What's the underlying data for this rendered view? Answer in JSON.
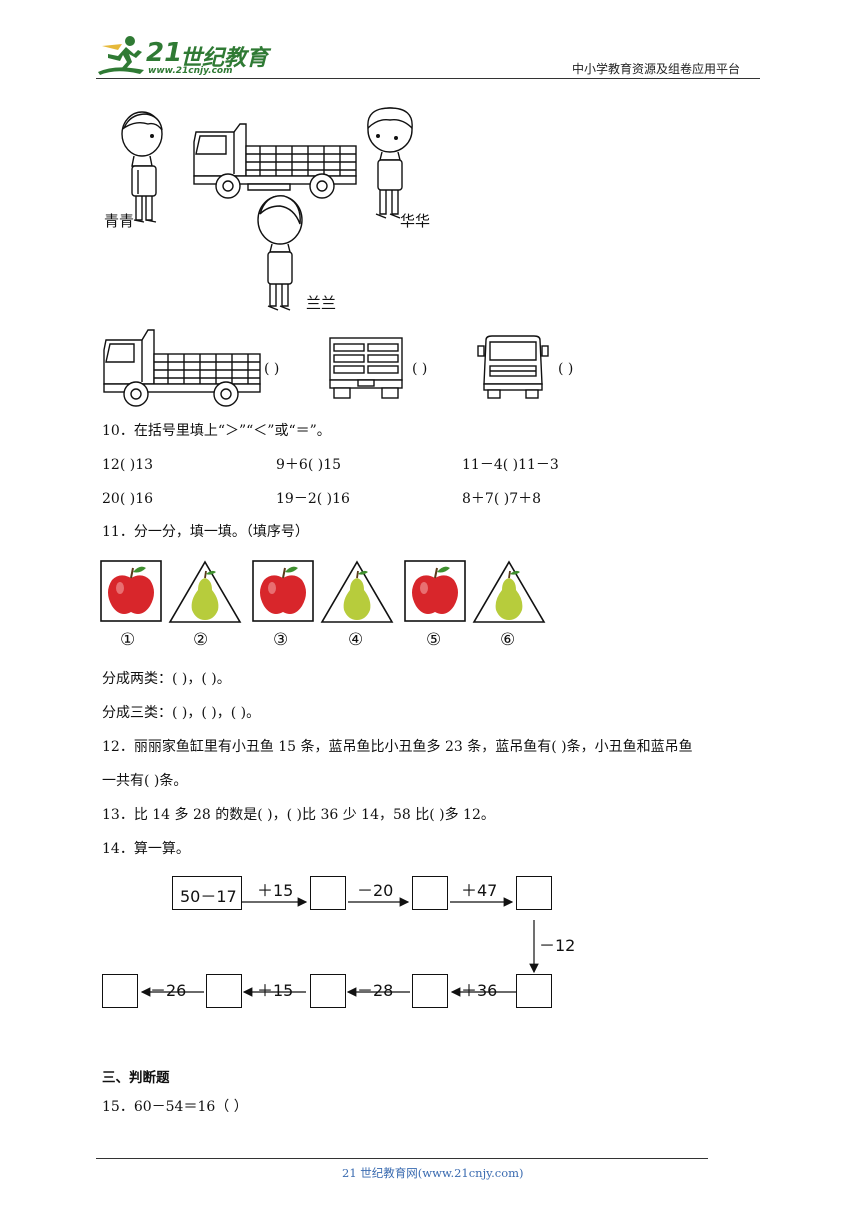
{
  "header": {
    "logo_number": "21",
    "logo_text": "世纪教育",
    "logo_url": "www.21cnjy.com",
    "platform": "中小学教育资源及组卷应用平台"
  },
  "observe_figure": {
    "names": {
      "left": "青青",
      "right": "华华",
      "bottom": "兰兰"
    },
    "blanks": [
      "(          )",
      "(          )",
      "(          )"
    ]
  },
  "q10": {
    "title": "10．在括号里填上“＞”“＜”或“＝”。",
    "row1": [
      "12(              )13",
      "9＋6(              )15",
      "11－4(              )11－3"
    ],
    "row2": [
      "20(              )16",
      "19－2(              )16",
      "8＋7(              )7＋8"
    ]
  },
  "q11": {
    "title": "11．分一分，填一填。（填序号）",
    "labels": [
      "①",
      "②",
      "③",
      "④",
      "⑤",
      "⑥"
    ],
    "line1": "分成两类：(          )，(          )。",
    "line2": "分成三类：(          )，(          )，(          )。"
  },
  "q12": {
    "line1": "12．丽丽家鱼缸里有小丑鱼 15 条，蓝吊鱼比小丑鱼多 23 条，蓝吊鱼有(          )条，小丑鱼和蓝吊鱼",
    "line2": "一共有(          )条。"
  },
  "q13": {
    "text": "13．比 14 多 28 的数是(          )，(          )比 36 少 14，58 比(          )多 12。"
  },
  "q14": {
    "title": "14．算一算。",
    "start": "50－17",
    "ops_top": [
      "＋15",
      "－20",
      "＋47"
    ],
    "op_down": "－12",
    "ops_bottom": [
      "＋36",
      "－28",
      "＋15",
      "－26"
    ]
  },
  "section3": {
    "title": "三、判断题"
  },
  "q15": {
    "text": "15．60－54＝16（        ）"
  },
  "footer": {
    "text": "21 世纪教育网(www.21cnjy.com)"
  },
  "colors": {
    "brand": "#2f7a34",
    "apple": "#d8262b",
    "pear": "#b7cc3c",
    "footer_link": "#3a6bb0"
  }
}
